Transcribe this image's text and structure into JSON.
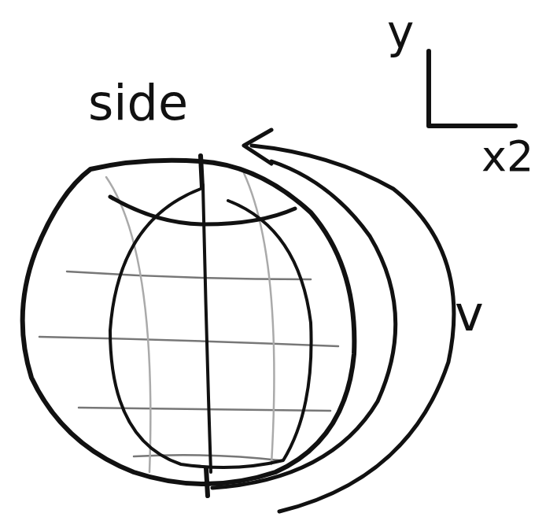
{
  "diagram": {
    "labels": [
      "side",
      "y",
      "x2",
      "v"
    ]
  }
}
